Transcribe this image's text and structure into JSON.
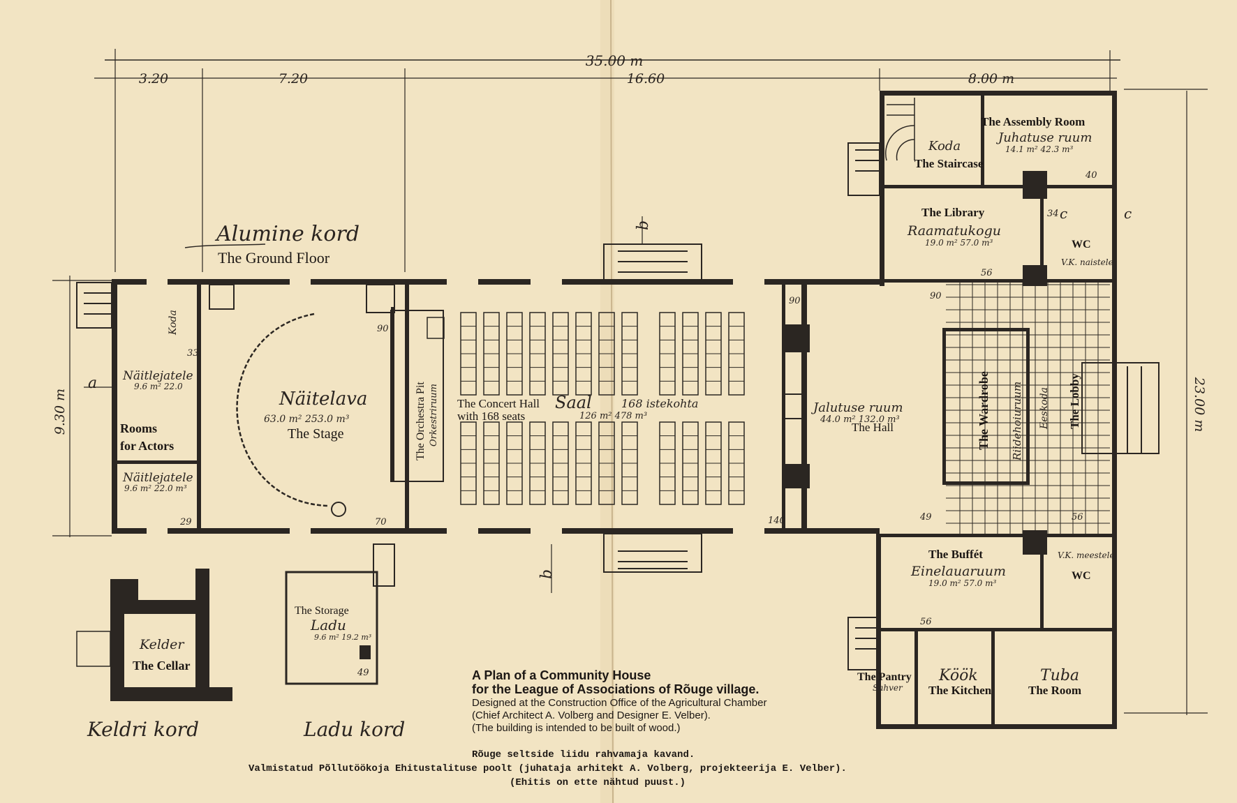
{
  "dimensions": {
    "total": "35.00 m",
    "seg1": "3.20",
    "seg2": "7.20",
    "seg3": "16.60",
    "seg4": "8.00 m",
    "height_left": "9.30 m",
    "height_right": "23.00 m",
    "section_a": "a",
    "section_b_top": "b",
    "section_b_bottom": "b",
    "section_c1": "c",
    "section_c2": "c"
  },
  "ground_floor": {
    "heading_et": "Alumine kord",
    "heading_en": "The Ground Floor"
  },
  "rooms": {
    "stage_et": "Näitelava",
    "stage_area": "63.0 m²  253.0 m³",
    "stage_en": "The Stage",
    "orchestra_en": "The Orchestra Pit",
    "orchestra_et": "Orkestriruum",
    "concert_en1": "The Concert Hall",
    "concert_en2": "with 168 seats",
    "concert_et": "Saal",
    "concert_seats_et": "168 istekohta",
    "concert_area": "126 m²  478 m³",
    "hall_et": "Jalutuse ruum",
    "hall_area": "44.0 m²  132.0 m³",
    "hall_en": "The Hall",
    "actors1_et": "Näitlejatele",
    "actors1_area": "9.6 m²  22.0",
    "actors2_et": "Näitlejatele",
    "actors2_area": "9.6 m²  22.0 m³",
    "actors_en1": "Rooms",
    "actors_en2": "for Actors",
    "kodo_small": "Koda",
    "assembly_en": "The Assembly Room",
    "assembly_et": "Juhatuse ruum",
    "assembly_area": "14.1 m²  42.3 m³",
    "staircase_et": "Koda",
    "staircase_en": "The Staircase",
    "library_en": "The Library",
    "library_et": "Raamatukogu",
    "library_area": "19.0 m²  57.0 m³",
    "wc1": "WC",
    "wc1_et": "V.K.  naistele",
    "wardrobe_en": "The Wardrobe",
    "wardrobe_et": "Riidehoiuruum",
    "lobby_en": "The Lobby",
    "lobby_et": "Eeskoda",
    "buffet_en": "The Buffét",
    "buffet_et": "Einelauaruum",
    "buffet_area": "19.0 m²  57.0 m³",
    "wc2": "WC",
    "wc2_et": "V.K.  meestele",
    "pantry_en": "The Pantry",
    "pantry_et": "Sahver",
    "kitchen_et": "Köök",
    "kitchen_en": "The Kitchen",
    "room_et": "Tuba",
    "room_en": "The Room",
    "cellar_et": "Kelder",
    "cellar_en": "The Cellar",
    "cellar_floor_et": "Keldri kord",
    "storage_en": "The Storage",
    "storage_et": "Ladu",
    "storage_area": "9.6 m²  19.2 m³",
    "storage_floor_et": "Ladu kord"
  },
  "small_numbers": {
    "n90a": "90",
    "n90b": "90",
    "n90c": "90",
    "n29": "29",
    "n70": "70",
    "n140": "140",
    "n49a": "49",
    "n49b": "49",
    "n56a": "56",
    "n56b": "56",
    "n56c": "56",
    "n40": "40",
    "n33": "33",
    "n34": "34"
  },
  "caption": {
    "title1": "A Plan of a Community House",
    "title2": "for the League of Associations of Rõuge village.",
    "line3": "Designed at the Construction Office of the Agricultural Chamber",
    "line4": "(Chief Architect A. Volberg and Designer E. Velber).",
    "line5": "(The building is intended to be built of wood.)",
    "et1": "Rõuge seltside liidu rahvamaja kavand.",
    "et2": "Valmistatud Põllutöökoja Ehitustalituse poolt (juhataja arhitekt A. Volberg, projekteerija E. Velber).",
    "et3": "(Ehitis on ette nähtud puust.)"
  }
}
